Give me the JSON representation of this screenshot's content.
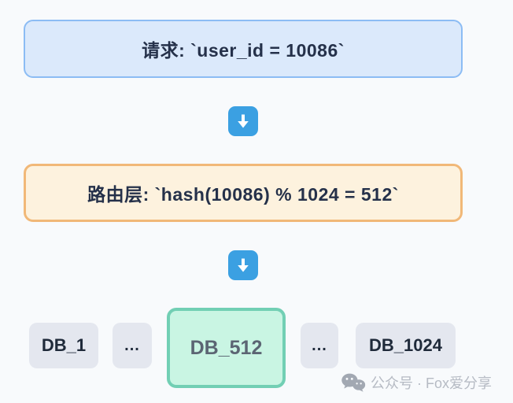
{
  "page": {
    "background_color": "#f8fafc"
  },
  "flow": {
    "request_box": {
      "text": "请求: `user_id = 10086`",
      "bg_color": "#dbe9fb",
      "border_color": "#8cbcf4"
    },
    "routing_box": {
      "text": "路由层: `hash(10086) % 1024 = 512`",
      "bg_color": "#fdf2de",
      "border_color": "#f1b878"
    },
    "arrow_icon": {
      "name": "down-arrow-icon",
      "bg_color": "#3ba0e2",
      "glyph_color": "#ffffff"
    }
  },
  "databases": {
    "items": [
      {
        "label": "DB_1",
        "highlighted": false
      },
      {
        "label": "...",
        "highlighted": false
      },
      {
        "label": "DB_512",
        "highlighted": true
      },
      {
        "label": "...",
        "highlighted": false
      },
      {
        "label": "DB_1024",
        "highlighted": false
      }
    ],
    "default_bg_color": "#e4e7ef",
    "highlight_bg_color": "#c9f5e3",
    "highlight_border_color": "#72cfb4"
  },
  "watermark": {
    "icon": "wechat-icon",
    "text": "公众号 · Fox爱分享",
    "color": "#b6bbc4"
  }
}
